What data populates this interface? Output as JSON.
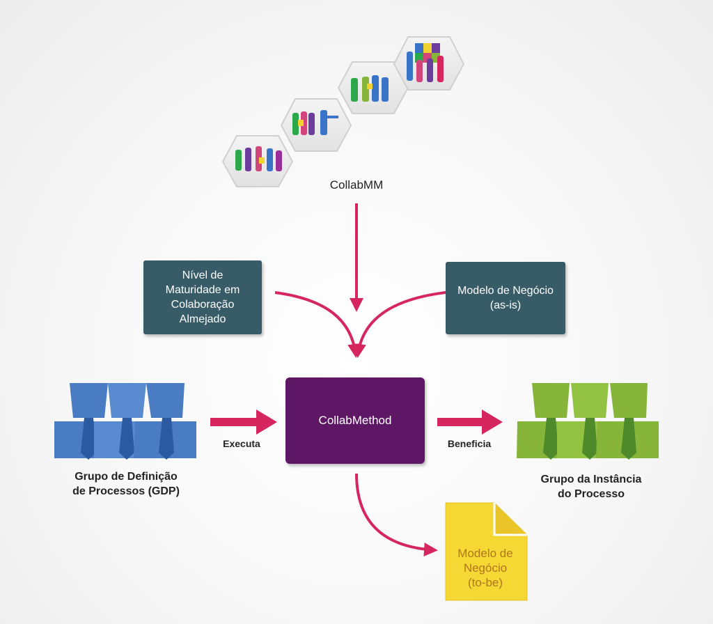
{
  "maturity_model": {
    "label": "CollabMM"
  },
  "inputs": {
    "desired_level": "Nível de Maturidade em Colaboração Almejado",
    "business_model_as_is": "Modelo de Negócio (as-is)"
  },
  "method": {
    "label": "CollabMethod"
  },
  "left_group": {
    "label_line1": "Grupo de Definição",
    "label_line2": "de Processos  (GDP)",
    "edge_label": "Executa"
  },
  "right_group": {
    "label_line1": "Grupo da Instância",
    "label_line2": "do Processo",
    "edge_label": "Beneficia"
  },
  "output": {
    "line1": "Modelo de",
    "line2": "Negócio",
    "line3": "(to-be)"
  },
  "colors": {
    "arrow": "#d6265f",
    "teal_box": "#385c67",
    "purple_box": "#5e1765",
    "left_people": "#4a7cc4",
    "right_people": "#86b53a",
    "document": "#f5d834"
  }
}
